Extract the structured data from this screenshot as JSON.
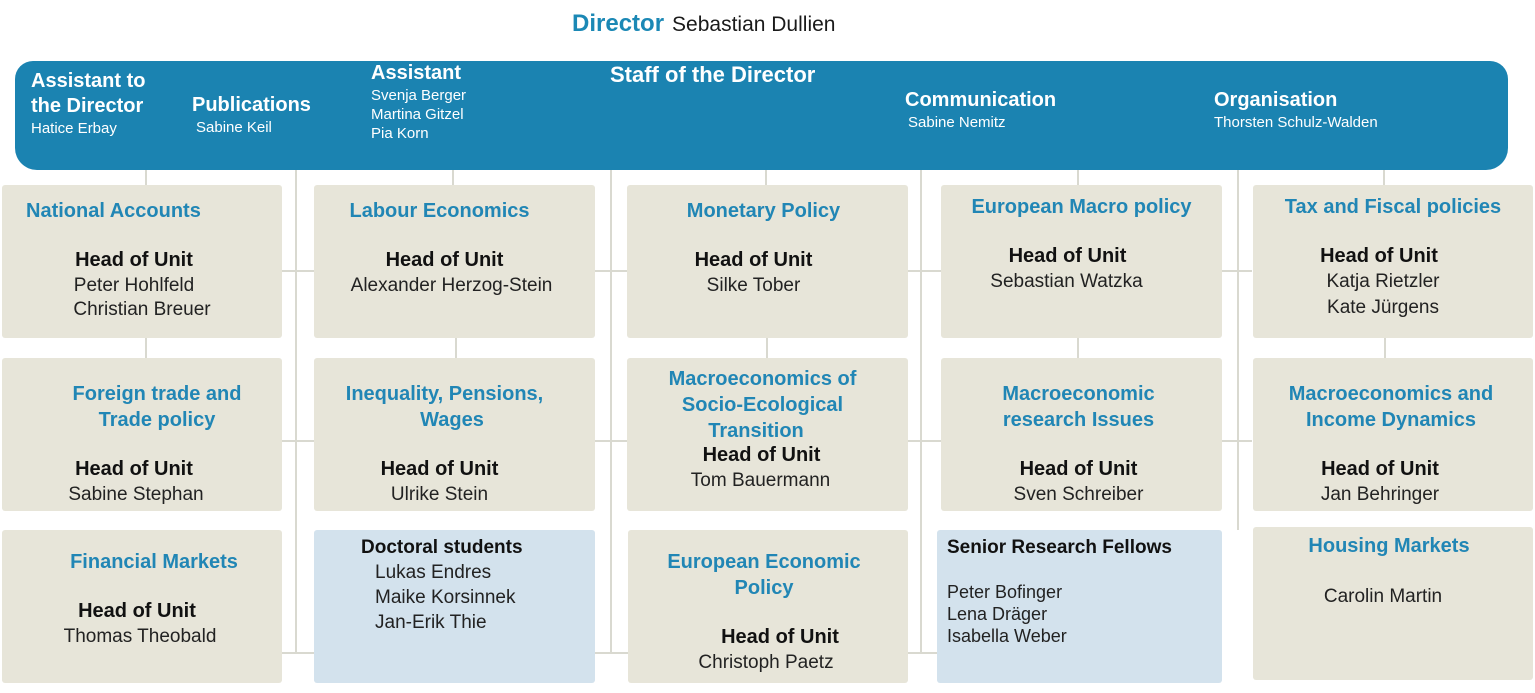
{
  "director": {
    "label": "Director",
    "name": "Sebastian Dullien"
  },
  "staff": {
    "title": "Staff of the Director",
    "assistant_to_director": {
      "label_line1": "Assistant to",
      "label_line2": "the Director",
      "name": "Hatice Erbay"
    },
    "publications": {
      "label": "Publications",
      "name": "Sabine Keil"
    },
    "assistant": {
      "label": "Assistant",
      "names": [
        "Svenja Berger",
        "Martina Gitzel",
        "Pia Korn"
      ]
    },
    "communication": {
      "label": "Communication",
      "name": "Sabine Nemitz"
    },
    "organisation": {
      "label": "Organisation",
      "name": "Thorsten Schulz-Walden"
    }
  },
  "head_label": "Head of Unit",
  "units": {
    "national_accounts": {
      "title": "National Accounts",
      "head": "Head of Unit",
      "names": [
        "Peter Hohlfeld",
        "Christian Breuer"
      ]
    },
    "labour_economics": {
      "title": "Labour Economics",
      "head": "Head of Unit",
      "names": [
        "Alexander Herzog-Stein"
      ]
    },
    "monetary_policy": {
      "title": "Monetary Policy",
      "head": "Head of Unit",
      "names": [
        "Silke Tober"
      ]
    },
    "european_macro_policy": {
      "title": "European Macro policy",
      "head": "Head of Unit",
      "names": [
        "Sebastian Watzka"
      ]
    },
    "tax_fiscal": {
      "title": "Tax and Fiscal policies",
      "head": "Head of Unit",
      "names": [
        "Katja Rietzler",
        "Kate Jürgens"
      ]
    },
    "foreign_trade": {
      "title_line1": "Foreign trade and",
      "title_line2": "Trade policy",
      "head": "Head of Unit",
      "names": [
        "Sabine Stephan"
      ]
    },
    "inequality": {
      "title_line1": "Inequality, Pensions,",
      "title_line2": "Wages",
      "head": "Head of Unit",
      "names": [
        "Ulrike Stein"
      ]
    },
    "socio_ecological": {
      "title_line1": "Macroeconomics of",
      "title_line2": "Socio-Ecological",
      "title_line3": "Transition",
      "head": "Head of Unit",
      "names": [
        "Tom Bauermann"
      ]
    },
    "macro_research": {
      "title_line1": "Macroeconomic",
      "title_line2": "research Issues",
      "head": "Head of Unit",
      "names": [
        "Sven Schreiber"
      ]
    },
    "income_dynamics": {
      "title_line1": "Macroeconomics and",
      "title_line2": "Income Dynamics",
      "head": "Head of Unit",
      "names": [
        "Jan Behringer"
      ]
    },
    "financial_markets": {
      "title": "Financial Markets",
      "head": "Head of Unit",
      "names": [
        "Thomas Theobald"
      ]
    },
    "doctoral_students": {
      "title": "Doctoral students",
      "names": [
        "Lukas Endres",
        "Maike Korsinnek",
        "Jan-Erik Thie"
      ]
    },
    "european_economic_policy": {
      "title_line1": "European Economic",
      "title_line2": "Policy",
      "head": "Head of Unit",
      "names": [
        "Christoph Paetz"
      ]
    },
    "senior_fellows": {
      "title": "Senior Research Fellows",
      "names": [
        "Peter Bofinger",
        "Lena Dräger",
        "Isabella Weber"
      ]
    },
    "housing_markets": {
      "title": "Housing Markets",
      "names": [
        "Carolin Martin"
      ]
    }
  },
  "colors": {
    "accent": "#1b83b1",
    "box": "#e7e5d9",
    "box_blue": "#d3e2ed",
    "title_text": "#2186b5",
    "line": "#d9d9d0"
  }
}
